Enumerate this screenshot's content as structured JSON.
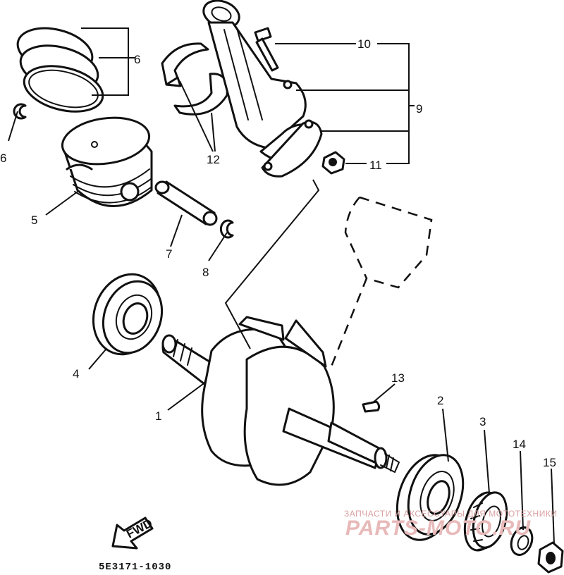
{
  "diagram": {
    "callouts": [
      {
        "id": "1",
        "text": "1"
      },
      {
        "id": "2",
        "text": "2"
      },
      {
        "id": "3",
        "text": "3"
      },
      {
        "id": "4",
        "text": "4"
      },
      {
        "id": "5",
        "text": "5"
      },
      {
        "id": "6a",
        "text": "6"
      },
      {
        "id": "6b",
        "text": "6"
      },
      {
        "id": "7",
        "text": "7"
      },
      {
        "id": "8",
        "text": "8"
      },
      {
        "id": "9",
        "text": "9"
      },
      {
        "id": "10",
        "text": "10"
      },
      {
        "id": "11",
        "text": "11"
      },
      {
        "id": "12",
        "text": "12"
      },
      {
        "id": "13",
        "text": "13"
      },
      {
        "id": "14",
        "text": "14"
      },
      {
        "id": "15",
        "text": "15"
      }
    ],
    "fwd_label": "FWD",
    "drawing_code": "5E3171-1030"
  },
  "watermark": {
    "tagline": "ЗАПЧАСТИ И АКСЕССУАРЫ ДЛЯ МОТОТЕХНИКИ",
    "logo": "PARTS-MOTO.RU"
  },
  "colors": {
    "line": "#111111",
    "watermark": "#e8b9b9"
  }
}
